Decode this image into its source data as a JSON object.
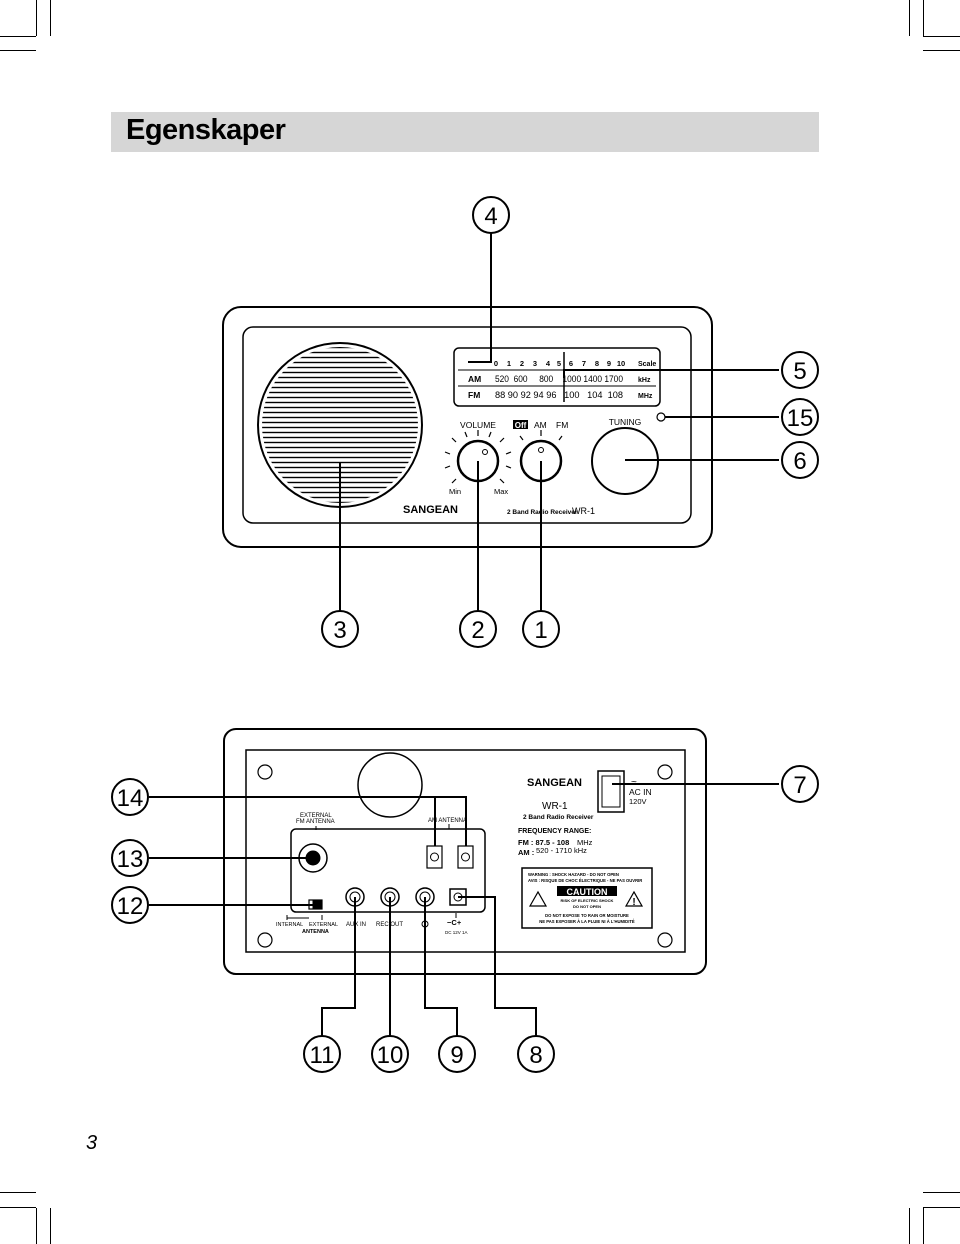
{
  "title": "Egenskaper",
  "page_number": "3",
  "callouts": [
    "1",
    "2",
    "3",
    "4",
    "5",
    "6",
    "7",
    "8",
    "9",
    "10",
    "11",
    "12",
    "13",
    "14",
    "15"
  ],
  "front": {
    "dial_scale": [
      "0",
      "1",
      "2",
      "3",
      "4",
      "5",
      "6",
      "7",
      "8",
      "9",
      "10"
    ],
    "scale_label": "Scale",
    "am_label": "AM",
    "am_values": "520  600     800    1000 1400 1700",
    "am_unit": "kHz",
    "fm_label": "FM",
    "fm_values": "88 90 92 94 96   100   104  108",
    "fm_unit": "MHz",
    "volume_label": "VOLUME",
    "off_label": "Off",
    "band_am": "AM",
    "band_fm": "FM",
    "tuning_label": "TUNING",
    "min_label": "Min",
    "max_label": "Max",
    "brand": "SANGEAN",
    "model_desc": "2 Band Radio Receiver",
    "model": "WR-1"
  },
  "back": {
    "brand": "SANGEAN",
    "model": "WR-1",
    "model_desc": "2 Band Radio Receiver",
    "freq_title": "FREQUENCY RANGE:",
    "fm_range_label": "FM : 87.5 - 108",
    "fm_range_unit": "MHz",
    "am_range_label": "AM :",
    "am_range_value": "520 - 1710  kHz",
    "ac_in": "AC IN",
    "voltage": "120V",
    "ext_fm_antenna_1": "EXTERNAL",
    "ext_fm_antenna_2": "FM ANTENNA",
    "am_antenna": "AM ANTENNA",
    "internal": "INTERNAL",
    "external": "EXTERNAL",
    "antenna": "ANTENNA",
    "aux_in": "AUX IN",
    "rec_out": "REC OUT",
    "dc_rating": "DC 12V 1A",
    "warning_1": "WARNING : SHOCK HAZARD - DO NOT OPEN",
    "warning_2": "AVIS : RISQUE DE CHOC ÉLECTRIQUE - NE PAS OUVRIR",
    "caution": "CAUTION",
    "caution_sub_1": "RISK OF ELECTRIC SHOCK",
    "caution_sub_2": "DO NOT OPEN",
    "warning_3": "DO NOT EXPOSE TO RAIN OR MOISTURE",
    "warning_4": "NE PAS EXPOSER À LA PLUIE NI À L'HUMIDITÉ"
  }
}
